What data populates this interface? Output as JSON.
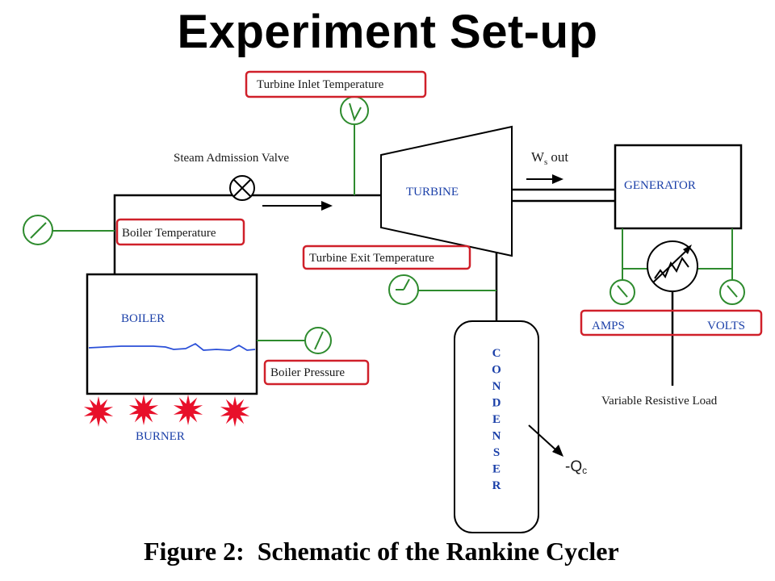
{
  "title": "Experiment Set-up",
  "labels": {
    "turbine_inlet_temp": "Turbine Inlet Temperature",
    "steam_valve": "Steam Admission Valve",
    "boiler_temp": "Boiler Temperature",
    "turbine_exit_temp": "Turbine Exit Temperature",
    "boiler_pressure": "Boiler Pressure",
    "turbine": "TURBINE",
    "generator": "GENERATOR",
    "boiler": "BOILER",
    "burner": "BURNER",
    "work_w": "W",
    "work_sub": "s",
    "work_out": "out",
    "amps": "AMPS",
    "volts": "VOLTS",
    "variable_load": "Variable Resistive Load",
    "heat_out": "-Q",
    "heat_sub": "c",
    "condenser_letters": [
      "C",
      "O",
      "N",
      "D",
      "E",
      "N",
      "S",
      "E",
      "R"
    ],
    "caption": "Figure 2:  Schematic of the Rankine Cycler"
  },
  "colors": {
    "highlight_box": "#d0202a",
    "sensor_line": "#2e8b2e",
    "pipe": "#000000",
    "water_line": "#2a4fd8",
    "burner_flame": "#e8102a",
    "component_text": "#1a3fa8"
  }
}
